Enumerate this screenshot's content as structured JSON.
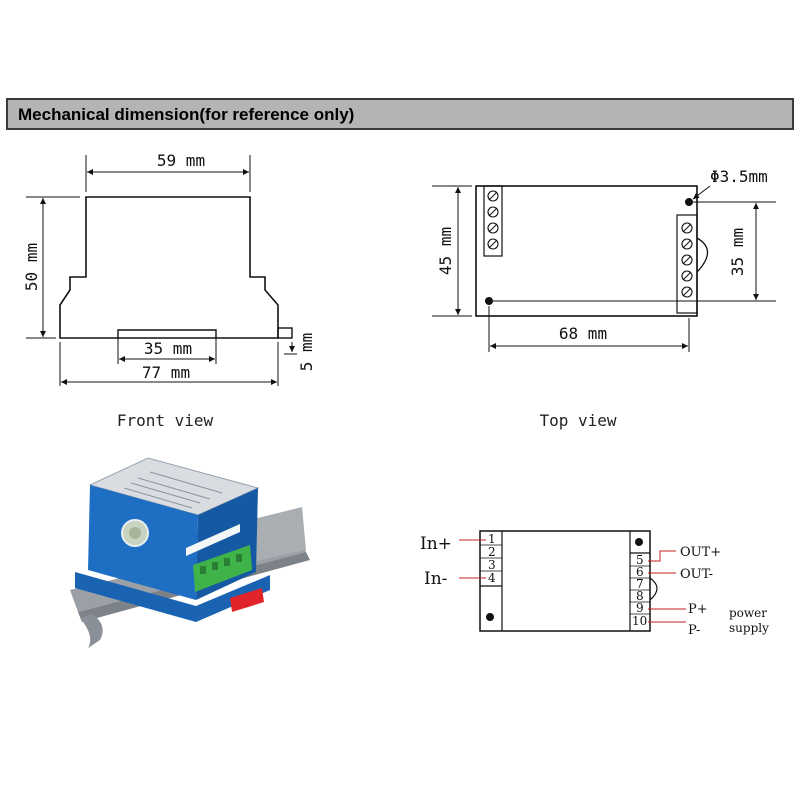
{
  "header": {
    "title": "Mechanical dimension(for reference only)"
  },
  "front_view": {
    "caption": "Front view",
    "dim_width_top": "59 mm",
    "dim_height": "50 mm",
    "dim_inner": "35 mm",
    "dim_base": "77 mm",
    "dim_foot": "5 mm"
  },
  "top_view": {
    "caption": "Top view",
    "dim_hole": "Φ3.5mm",
    "dim_height": "45 mm",
    "dim_hole_spacing": "35 mm",
    "dim_length": "68 mm"
  },
  "wiring": {
    "pins": [
      "1",
      "2",
      "3",
      "4",
      "5",
      "6",
      "7",
      "8",
      "9",
      "10"
    ],
    "in_plus": "In+",
    "in_minus": "In-",
    "out_plus": "OUT+",
    "out_minus": "OUT-",
    "p_plus": "P+",
    "p_minus": "P-",
    "power_supply_line1": "power",
    "power_supply_line2": "supply"
  },
  "colors": {
    "header_bg": "#b4b4b4",
    "device_blue": "#1e6fc4",
    "terminal_green": "#3fb34a",
    "clip_red": "#e0242a",
    "leader_red": "#c02020"
  }
}
